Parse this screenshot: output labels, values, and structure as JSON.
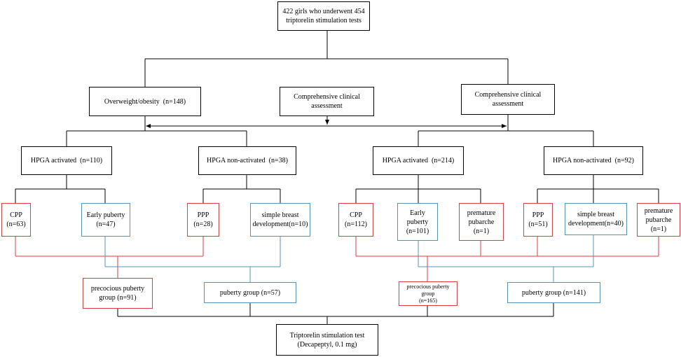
{
  "title_box": "422 girls who underwent 454\ntriptorelin stimulation tests",
  "left_branch": "Overweight/obesity  (n=148)",
  "middle_assessment": "Comprehensive clinical\nassessment",
  "right_branch": "Comprehensive clinical\nassessment",
  "left_hpga_activated": "HPGA activated  (n=110)",
  "left_hpga_nonactivated": "HPGA non-activated  (n=38)",
  "right_hpga_activated": "HPGA activated  (n=214)",
  "right_hpga_nonactivated": "HPGA non-activated  (n=92)",
  "left_cpp": "CPP\n(n=63)",
  "left_early_puberty": "Early puberty\n(n=47)",
  "left_ppp": "PPP\n(n=28)",
  "left_simple_breast": "simple breast\ndevelopment(n=10)",
  "right_cpp": "CPP\n(n=112)",
  "right_early_puberty": "Early\npuberty\n(n=101)",
  "right_premature_pubarche_1": "premature\npubarche\n(n=1)",
  "right_ppp": "PPP\n(n=51)",
  "right_simple_breast": "simple breast\ndevelopment(n=40)",
  "right_premature_pubarche_2": "premature\npubarche\n(n=1)",
  "left_precocious_group": "precocious puberty\ngroup (n=91)",
  "left_puberty_group": "puberty group (n=57)",
  "right_precocious_group": "precocious puberty group\n(n=165)",
  "right_puberty_group": "puberty group (n=141)",
  "final_box": "Triptorelin stimulation test\n(Decapeptyl, 0.1 mg)",
  "colors": {
    "red": "#e0393e",
    "blue": "#4f94bf",
    "black": "#000000"
  }
}
